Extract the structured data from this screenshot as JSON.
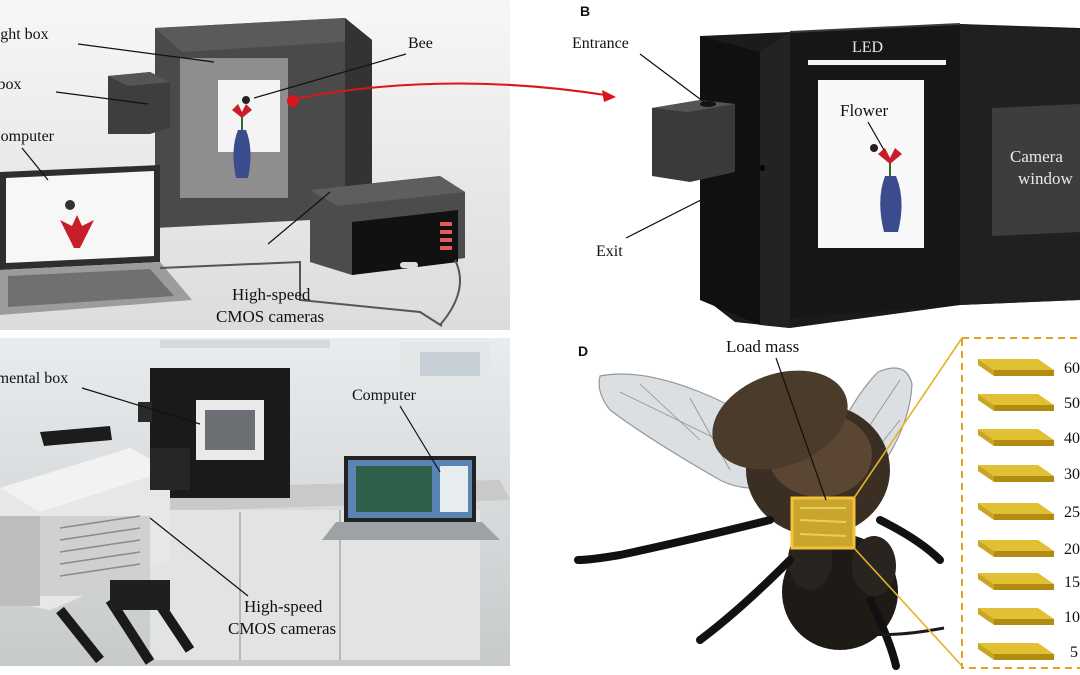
{
  "panel_letters": {
    "b": "B",
    "d": "D"
  },
  "labels": {
    "panel_a": {
      "light_box": "Light box",
      "entry_box": "Entry box",
      "computer": "Computer",
      "bee": "Bee",
      "cameras_line1": "High-speed",
      "cameras_line2": "CMOS cameras"
    },
    "panel_b": {
      "entrance": "Entrance",
      "exit": "Exit",
      "led": "LED",
      "flower": "Flower",
      "camera_window_line1": "Camera",
      "camera_window_line2": "window"
    },
    "panel_c": {
      "experimental_box": "Experimental box",
      "computer": "Computer",
      "cameras_line1": "High-speed",
      "cameras_line2": "CMOS cameras"
    },
    "panel_d": {
      "load_mass": "Load mass",
      "masses": [
        "60",
        "50",
        "40",
        "30",
        "25",
        "20",
        "15",
        "10",
        "5"
      ]
    }
  },
  "colors": {
    "arrow": "#d8161c",
    "gold": "#e2c034",
    "gold_edge": "#b08d12",
    "box_dark": "#3c3c3c"
  }
}
